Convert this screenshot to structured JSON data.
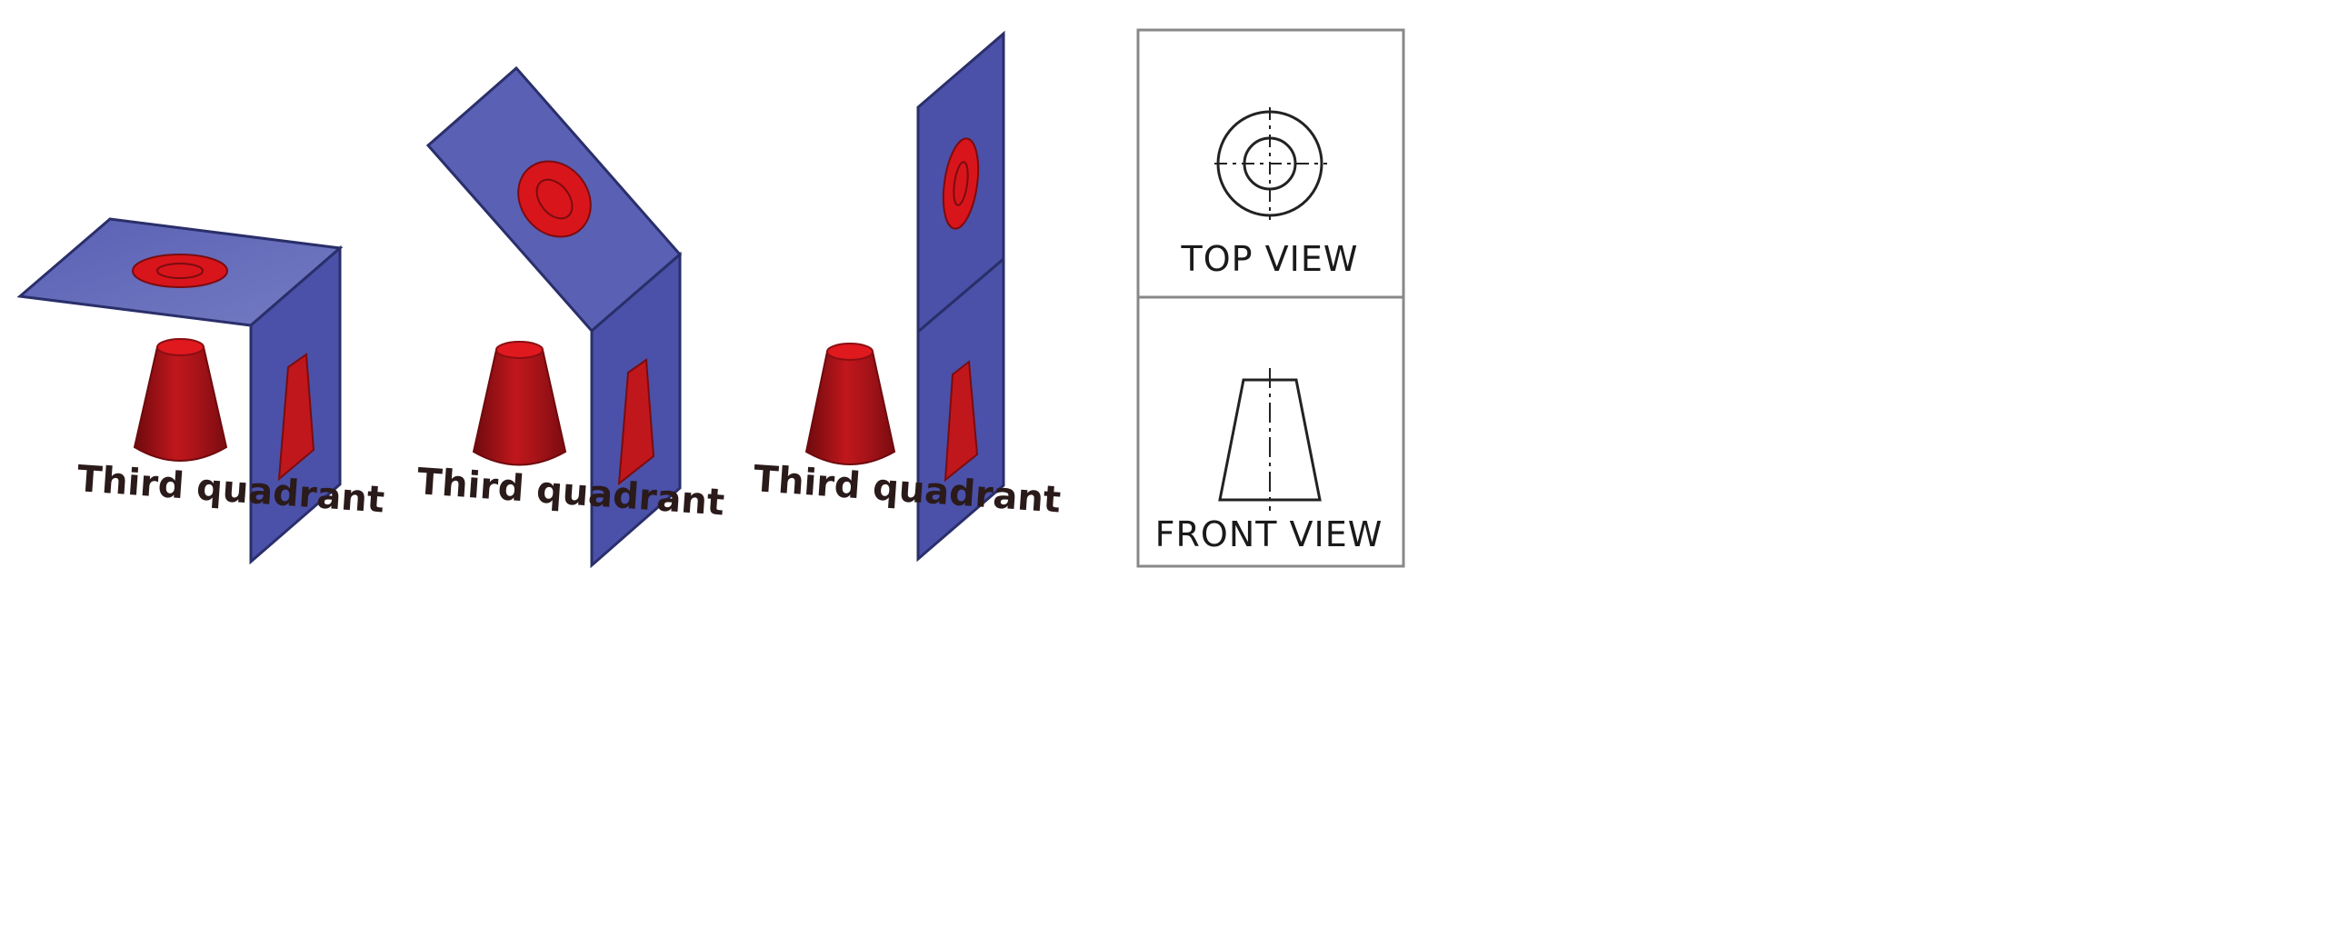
{
  "colors": {
    "plane_fill": "#5056ad",
    "plane_fill_light": "#6b72bd",
    "plane_edge": "#2a2f6a",
    "object_red": "#c0171c",
    "object_red_dark": "#7a0c10",
    "line": "#222222"
  },
  "stages": [
    {
      "label": "Third quadrant"
    },
    {
      "label": "Third quadrant"
    },
    {
      "label": "Third quadrant"
    }
  ],
  "views": {
    "top_label": "TOP VIEW",
    "front_label": "FRONT VIEW"
  }
}
